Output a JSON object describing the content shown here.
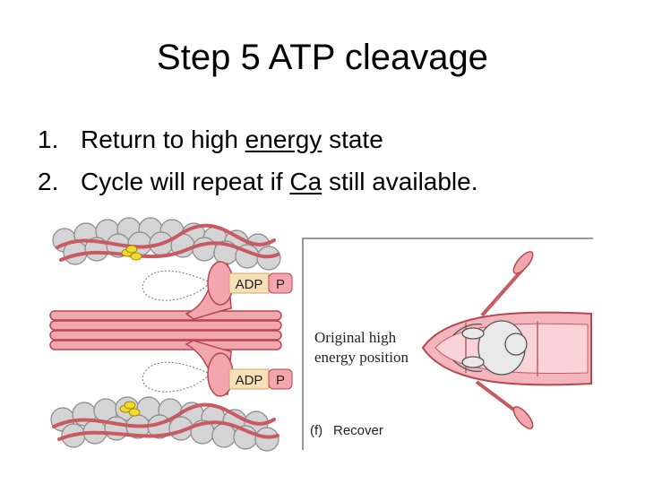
{
  "slide": {
    "title": "Step 5 ATP cleavage",
    "items": [
      {
        "num": "1.",
        "pre": "Return to high ",
        "em": "energy",
        "post": " state"
      },
      {
        "num": "2.",
        "pre": "Cycle will repeat if ",
        "em": "Ca",
        "post": " still available."
      }
    ]
  },
  "figure": {
    "adp_label_top": "ADP",
    "p_label_top": "P",
    "adp_label_bottom": "ADP",
    "p_label_bottom": "P",
    "caption_line1": "Original high",
    "caption_line2": "energy position",
    "panel_tag": "(f)",
    "panel_name": "Recover"
  },
  "colors": {
    "myosin_pink": "#f2a6ae",
    "myosin_stroke": "#b5474f",
    "actin_gray": "#d4d4d4",
    "strand_red": "#c85a63",
    "calcium_yellow": "#f2dc2a",
    "adp_box": "#f7dfb8",
    "boat_pink": "#f4b6bd"
  }
}
